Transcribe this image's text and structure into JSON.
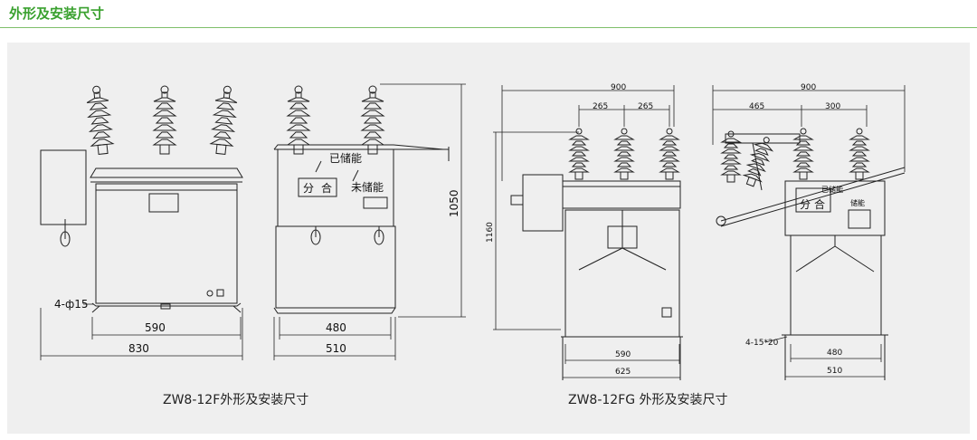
{
  "header": {
    "title": "外形及安装尺寸"
  },
  "left_figure": {
    "caption": "ZW8-12F外形及安装尺寸",
    "dims": {
      "d590": "590",
      "d830": "830",
      "d480": "480",
      "d510": "510",
      "d1050": "1050",
      "holes": "4-ф15"
    },
    "labels": {
      "stored": "已储能",
      "not_stored": "未储能",
      "open": "分",
      "close": "合"
    }
  },
  "right_figure": {
    "caption": "ZW8-12FG 外形及安装尺寸",
    "dims": {
      "d900a": "900",
      "d265a": "265",
      "d265b": "265",
      "d1160": "1160",
      "d590": "590",
      "d625": "625",
      "d900b": "900",
      "d465": "465",
      "d300": "300",
      "d480": "480",
      "d510": "510",
      "holes": "4-15*20"
    },
    "labels": {
      "stored": "已储能",
      "not_stored": "储能",
      "open": "分",
      "close": "合"
    }
  }
}
